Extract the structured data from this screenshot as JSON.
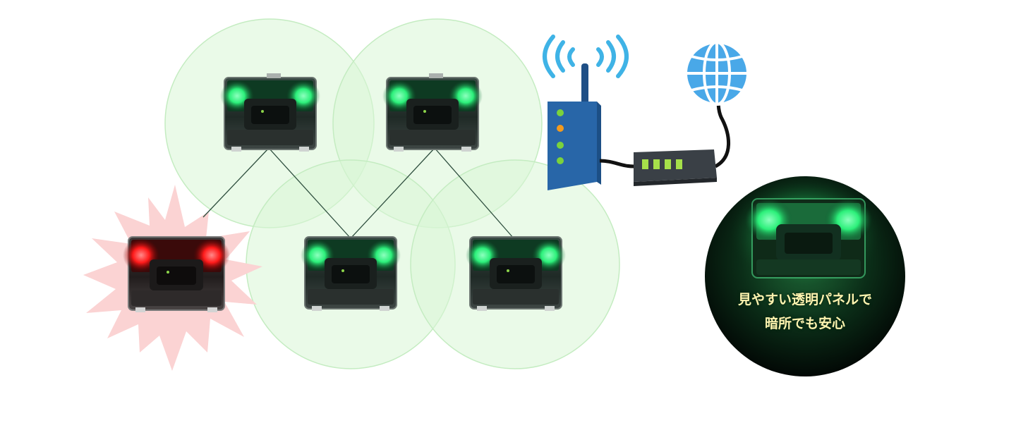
{
  "callout": {
    "line1": "見やすい透明パネルで",
    "line2": "暗所でも安心"
  },
  "colors": {
    "coverage_fill": "#d8f5d6",
    "coverage_stroke": "#c4ecc1",
    "link_line": "#2f4f3f",
    "device_ok_led": "#2cf07a",
    "device_alert_led": "#ff1a1a",
    "alert_burst": "#fbd3d3",
    "router_body": "#2866a8",
    "router_led_green": "#7bd23c",
    "router_led_orange": "#f39a1e",
    "wifi_wave": "#3fb3e6",
    "globe": "#49a8e8",
    "hub_body": "#3a4046",
    "hub_led": "#a6e14a",
    "callout_bg": "#06190d",
    "callout_text": "#fff4b0"
  },
  "devices": [
    {
      "id": "sensor-top-left",
      "status": "normal"
    },
    {
      "id": "sensor-top-right",
      "status": "normal"
    },
    {
      "id": "sensor-bottom-left",
      "status": "alert"
    },
    {
      "id": "sensor-bottom-middle",
      "status": "normal"
    },
    {
      "id": "sensor-bottom-right",
      "status": "normal"
    }
  ],
  "icons": {
    "router": "wifi-router-icon",
    "hub": "network-hub-icon",
    "globe": "globe-icon",
    "alert": "alert-burst-icon"
  }
}
